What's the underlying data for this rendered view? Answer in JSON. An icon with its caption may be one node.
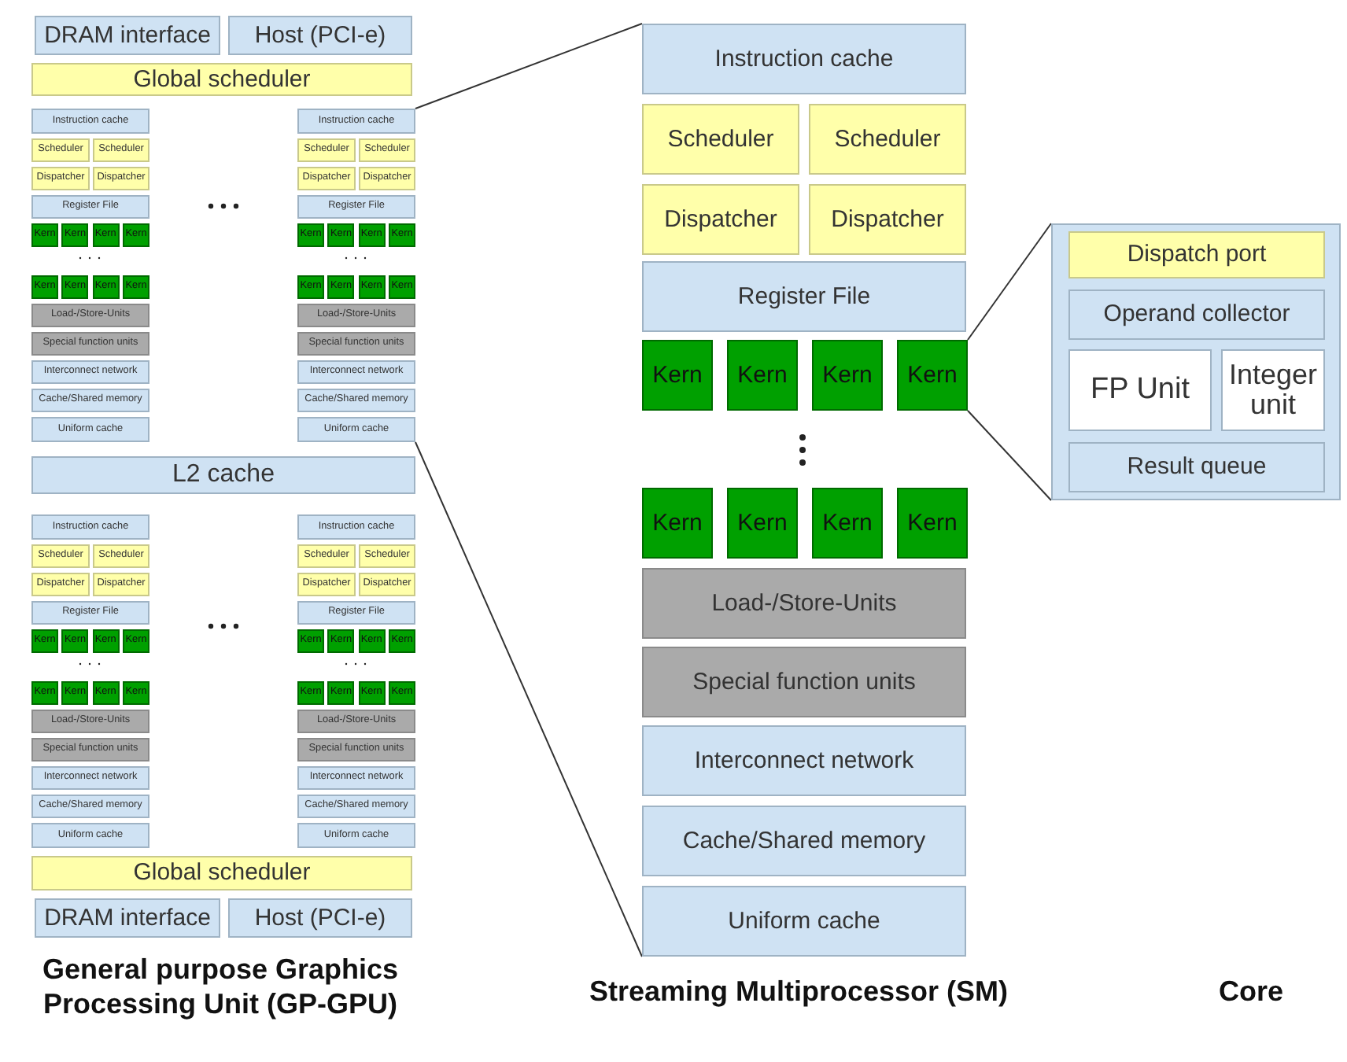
{
  "diagram": {
    "nodes": [
      {
        "text": [
          "DRAM interface"
        ]
      },
      {
        "text": [
          "Host (PCI-e)"
        ]
      },
      {
        "text": [
          "Global scheduler"
        ]
      },
      {
        "text": [
          "Instruction cache"
        ]
      },
      {
        "text": [
          "Scheduler"
        ]
      },
      {
        "text": [
          "Scheduler"
        ]
      },
      {
        "text": [
          "Dispatcher"
        ]
      },
      {
        "text": [
          "Dispatcher"
        ]
      },
      {
        "text": [
          "Register File"
        ]
      },
      {
        "text": [
          "Kern"
        ]
      },
      {
        "text": [
          "Kern"
        ]
      },
      {
        "text": [
          "Kern"
        ]
      },
      {
        "text": [
          "Kern"
        ]
      },
      {
        "text": [
          "Kern"
        ]
      },
      {
        "text": [
          "Kern"
        ]
      },
      {
        "text": [
          "Kern"
        ]
      },
      {
        "text": [
          "Kern"
        ]
      },
      {
        "text": [
          "Load-/Store-Units"
        ]
      },
      {
        "text": [
          "Special function units"
        ]
      },
      {
        "text": [
          "Interconnect network"
        ]
      },
      {
        "text": [
          "Cache/Shared memory"
        ]
      },
      {
        "text": [
          "Uniform cache"
        ]
      },
      {
        "text": [
          "Instruction cache"
        ]
      },
      {
        "text": [
          "Scheduler"
        ]
      },
      {
        "text": [
          "Scheduler"
        ]
      },
      {
        "text": [
          "Dispatcher"
        ]
      },
      {
        "text": [
          "Dispatcher"
        ]
      },
      {
        "text": [
          "Register File"
        ]
      },
      {
        "text": [
          "Kern"
        ]
      },
      {
        "text": [
          "Kern"
        ]
      },
      {
        "text": [
          "Kern"
        ]
      },
      {
        "text": [
          "Kern"
        ]
      },
      {
        "text": [
          "Kern"
        ]
      },
      {
        "text": [
          "Kern"
        ]
      },
      {
        "text": [
          "Kern"
        ]
      },
      {
        "text": [
          "Kern"
        ]
      },
      {
        "text": [
          "Load-/Store-Units"
        ]
      },
      {
        "text": [
          "Special function units"
        ]
      },
      {
        "text": [
          "Interconnect network"
        ]
      },
      {
        "text": [
          "Cache/Shared memory"
        ]
      },
      {
        "text": [
          "Uniform cache"
        ]
      },
      {
        "text": [
          "L2 cache"
        ]
      },
      {
        "text": [
          "Instruction cache"
        ]
      },
      {
        "text": [
          "Scheduler"
        ]
      },
      {
        "text": [
          "Scheduler"
        ]
      },
      {
        "text": [
          "Dispatcher"
        ]
      },
      {
        "text": [
          "Dispatcher"
        ]
      },
      {
        "text": [
          "Register File"
        ]
      },
      {
        "text": [
          "Kern"
        ]
      },
      {
        "text": [
          "Kern"
        ]
      },
      {
        "text": [
          "Kern"
        ]
      },
      {
        "text": [
          "Kern"
        ]
      },
      {
        "text": [
          "Kern"
        ]
      },
      {
        "text": [
          "Kern"
        ]
      },
      {
        "text": [
          "Kern"
        ]
      },
      {
        "text": [
          "Kern"
        ]
      },
      {
        "text": [
          "Load-/Store-Units"
        ]
      },
      {
        "text": [
          "Special function units"
        ]
      },
      {
        "text": [
          "Interconnect network"
        ]
      },
      {
        "text": [
          "Cache/Shared memory"
        ]
      },
      {
        "text": [
          "Uniform cache"
        ]
      },
      {
        "text": [
          "Instruction cache"
        ]
      },
      {
        "text": [
          "Scheduler"
        ]
      },
      {
        "text": [
          "Scheduler"
        ]
      },
      {
        "text": [
          "Dispatcher"
        ]
      },
      {
        "text": [
          "Dispatcher"
        ]
      },
      {
        "text": [
          "Register File"
        ]
      },
      {
        "text": [
          "Kern"
        ]
      },
      {
        "text": [
          "Kern"
        ]
      },
      {
        "text": [
          "Kern"
        ]
      },
      {
        "text": [
          "Kern"
        ]
      },
      {
        "text": [
          "Kern"
        ]
      },
      {
        "text": [
          "Kern"
        ]
      },
      {
        "text": [
          "Kern"
        ]
      },
      {
        "text": [
          "Kern"
        ]
      },
      {
        "text": [
          "Load-/Store-Units"
        ]
      },
      {
        "text": [
          "Special function units"
        ]
      },
      {
        "text": [
          "Interconnect network"
        ]
      },
      {
        "text": [
          "Cache/Shared memory"
        ]
      },
      {
        "text": [
          "Uniform cache"
        ]
      },
      {
        "text": [
          "Global scheduler"
        ]
      },
      {
        "text": [
          "DRAM interface"
        ]
      },
      {
        "text": [
          "Host (PCI-e)"
        ]
      },
      {
        "text": [
          "Instruction cache"
        ]
      },
      {
        "text": [
          "Scheduler"
        ]
      },
      {
        "text": [
          "Scheduler"
        ]
      },
      {
        "text": [
          "Dispatcher"
        ]
      },
      {
        "text": [
          "Dispatcher"
        ]
      },
      {
        "text": [
          "Register File"
        ]
      },
      {
        "text": [
          "Kern"
        ]
      },
      {
        "text": [
          "Kern"
        ]
      },
      {
        "text": [
          "Kern"
        ]
      },
      {
        "text": [
          "Kern"
        ]
      },
      {
        "text": [
          "Kern"
        ]
      },
      {
        "text": [
          "Kern"
        ]
      },
      {
        "text": [
          "Kern"
        ]
      },
      {
        "text": [
          "Kern"
        ]
      },
      {
        "text": [
          "Load-/Store-Units"
        ]
      },
      {
        "text": [
          "Special function units"
        ]
      },
      {
        "text": [
          "Interconnect network"
        ]
      },
      {
        "text": [
          "Cache/Shared memory"
        ]
      },
      {
        "text": [
          "Uniform cache"
        ]
      },
      {
        "text": [],
        "shape": "box"
      },
      {
        "text": [
          "Dispatch port"
        ],
        "in": 102
      },
      {
        "text": [
          "Operand collector"
        ],
        "in": 102
      },
      {
        "text": [
          "FP Unit"
        ],
        "in": 102
      },
      {
        "text": [
          "Integer unit"
        ],
        "in": 102
      },
      {
        "text": [
          "Result queue"
        ],
        "in": 102
      }
    ],
    "edges": [
      {
        "from": 22,
        "to": 83,
        "arrow": "none"
      },
      {
        "from": 40,
        "to": 101,
        "arrow": "none"
      },
      {
        "from": 92,
        "to": 102,
        "arrow": "none"
      },
      {
        "from": 92,
        "to": 102,
        "arrow": "none"
      }
    ],
    "labels": [
      "General purpose Graphics Processing Unit (GP-GPU)",
      "Streaming Multiprocessor (SM)",
      "Core"
    ]
  }
}
